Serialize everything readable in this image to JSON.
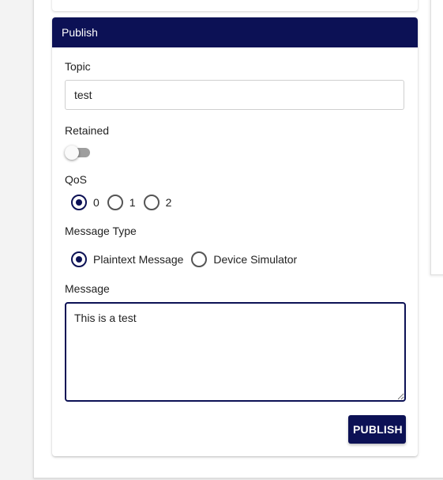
{
  "colors": {
    "primary": "#0c1155",
    "header_text": "#ffffff"
  },
  "publish": {
    "header_title": "Publish",
    "topic": {
      "label": "Topic",
      "value": "test"
    },
    "retained": {
      "label": "Retained",
      "checked": false
    },
    "qos": {
      "label": "QoS",
      "options": [
        "0",
        "1",
        "2"
      ],
      "selected": "0"
    },
    "message_type": {
      "label": "Message Type",
      "options": [
        "Plaintext Message",
        "Device Simulator"
      ],
      "selected": "Plaintext Message"
    },
    "message": {
      "label": "Message",
      "value": "This is a test"
    },
    "button_label": "PUBLISH"
  }
}
